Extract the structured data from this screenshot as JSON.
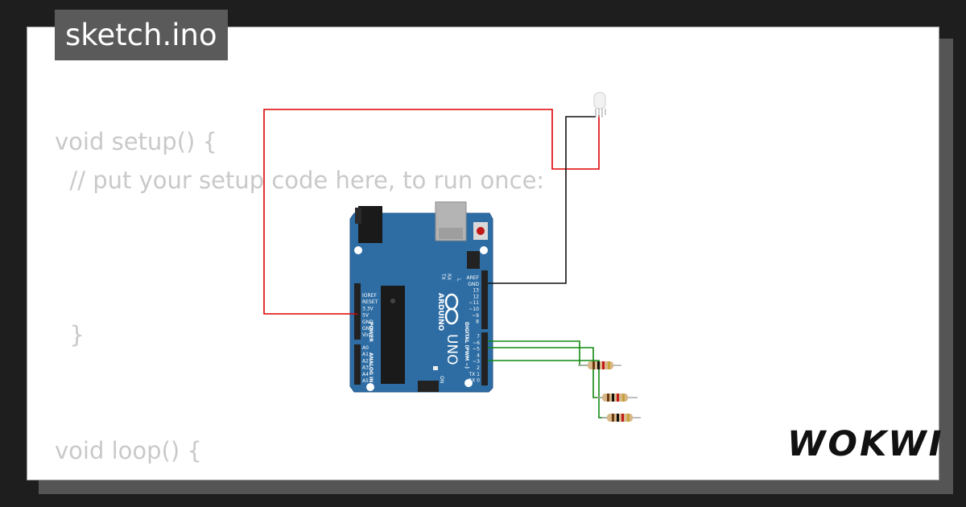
{
  "tab": {
    "filename": "sketch.ino"
  },
  "code": {
    "lines": [
      "void setup() {",
      "  // put your setup code here, to run once:",
      "",
      "",
      "",
      "  }",
      "",
      "",
      "void loop() {"
    ]
  },
  "brand": {
    "logo_text": "WOKWI"
  },
  "board": {
    "name": "ARDUINO",
    "model": "UNO",
    "power_header_label": "POWER",
    "analog_header_label": "ANALOG IN",
    "digital_header_label": "DIGITAL (PWM ~)",
    "on_label": "ON",
    "led_l_label": "L",
    "tx_label": "TX",
    "rx_label": "RX",
    "power_pins": [
      "IOREF",
      "RESET",
      "3.3V",
      "5V",
      "GND",
      "GND",
      "Vin"
    ],
    "analog_pins": [
      "A0",
      "A1",
      "A2",
      "A3",
      "A4",
      "A5"
    ],
    "digital_top_pins": [
      "AREF",
      "GND",
      "13",
      "12",
      "~11",
      "~10",
      "~9",
      "8"
    ],
    "digital_bottom_pins": [
      "7",
      "~6",
      "~5",
      "4",
      "~3",
      "2",
      "TX 1",
      "RX 0"
    ]
  },
  "colors": {
    "background": "#1e1e1e",
    "canvas": "#ffffff",
    "code_text": "#c9c9c9",
    "tab_bg": "#5a5a5a",
    "board_blue": "#2e6da4",
    "wire_red": "#dd0000",
    "wire_black": "#111111",
    "wire_green": "#118811"
  }
}
